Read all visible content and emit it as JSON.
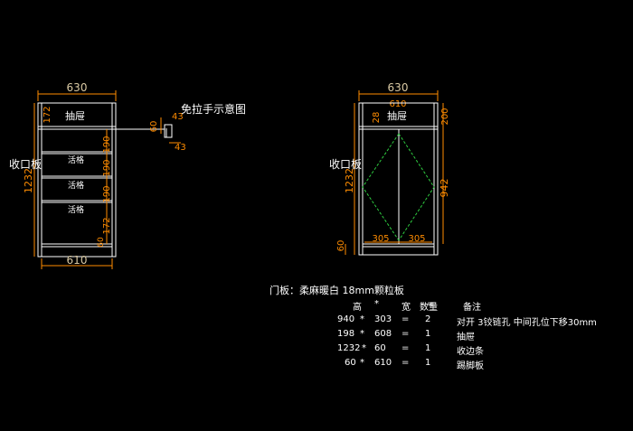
{
  "left_view": {
    "top_width": "630",
    "bottom_width": "610",
    "drawer_height": "172",
    "drawer_label": "抽屉",
    "edge_strip_label": "收口板",
    "overall_height": "1232",
    "shelf_label": "活格",
    "shelf_gaps": [
      "190",
      "190",
      "190",
      "172"
    ],
    "kick_height": "60",
    "handle_note": "免拉手示意图",
    "handle_dims": [
      "60",
      "43",
      "43"
    ]
  },
  "right_view": {
    "top_width": "630",
    "inner_width": "610",
    "drawer_label": "抽屉",
    "drawer_offset": "28",
    "drawer_height": "200",
    "edge_strip_label": "收口板",
    "overall_height": "1232",
    "door_height": "942",
    "door_widths": [
      "305",
      "305"
    ],
    "kick_height": "60"
  },
  "material_note": "门板：柔麻暖白  18mm颗粒板",
  "table": {
    "headers": [
      "高",
      "*",
      "宽",
      "=",
      "数量",
      "备注"
    ],
    "rows": [
      {
        "h": "940",
        "x": "*",
        "w": "303",
        "eq": "=",
        "qty": "2",
        "note": "对开   3铰链孔  中间孔位下移30mm"
      },
      {
        "h": "198",
        "x": "*",
        "w": "608",
        "eq": "=",
        "qty": "1",
        "note": "抽屉"
      },
      {
        "h": "1232",
        "x": "*",
        "w": "60",
        "eq": "=",
        "qty": "1",
        "note": "收边条"
      },
      {
        "h": "60",
        "x": "*",
        "w": "610",
        "eq": "=",
        "qty": "1",
        "note": "踢脚板"
      }
    ]
  },
  "colors": {
    "background": "#000000",
    "outline": "#ffffff",
    "dimension": "#ff8c00",
    "dimension_text": "#d9c9a3",
    "hinge_guide": "#2ecc40"
  }
}
